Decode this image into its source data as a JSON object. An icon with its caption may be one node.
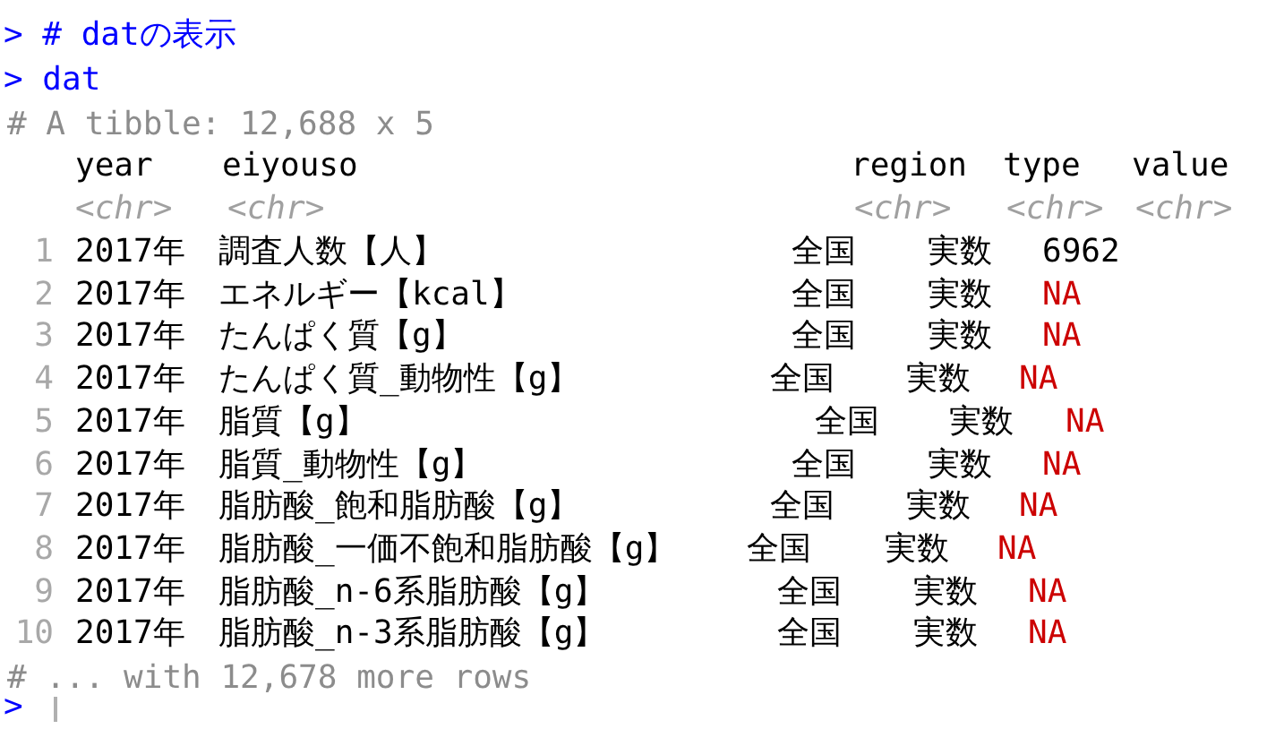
{
  "diagram": {
    "labels": [
      "> # datの表示",
      "> dat",
      "# A tibble: 12,688 x 5",
      "year",
      "eiyouso",
      "region",
      "type",
      "value",
      "<chr>",
      "<chr>",
      "<chr>",
      "<chr>",
      "<chr>",
      "1",
      "2017年",
      "調査人数【人】",
      "全国",
      "実数",
      "6962",
      "2",
      "2017年",
      "エネルギー【kcal】",
      "全国",
      "実数",
      "NA",
      "3",
      "2017年",
      "たんぱく質【g】",
      "全国",
      "実数",
      "NA",
      "4",
      "2017年",
      "たんぱく質_動物性【g】",
      "全国",
      "実数",
      "NA",
      "5",
      "2017年",
      "脂質【g】",
      "全国",
      "実数",
      "NA",
      "6",
      "2017年",
      "脂質_動物性【g】",
      "全国",
      "実数",
      "NA",
      "7",
      "2017年",
      "脂肪酸_飽和脂肪酸【g】",
      "全国",
      "実数",
      "NA",
      "8",
      "2017年",
      "脂肪酸_一価不飽和脂肪酸【g】",
      "全国",
      "実数",
      "NA",
      "9",
      "2017年",
      "脂肪酸_n-6系脂肪酸【g】",
      "全国",
      "実数",
      "NA",
      "10",
      "2017年",
      "脂肪酸_n-3系脂肪酸【g】",
      "全国",
      "実数",
      "NA",
      "# ... with 12,678 more rows",
      ">"
    ]
  }
}
